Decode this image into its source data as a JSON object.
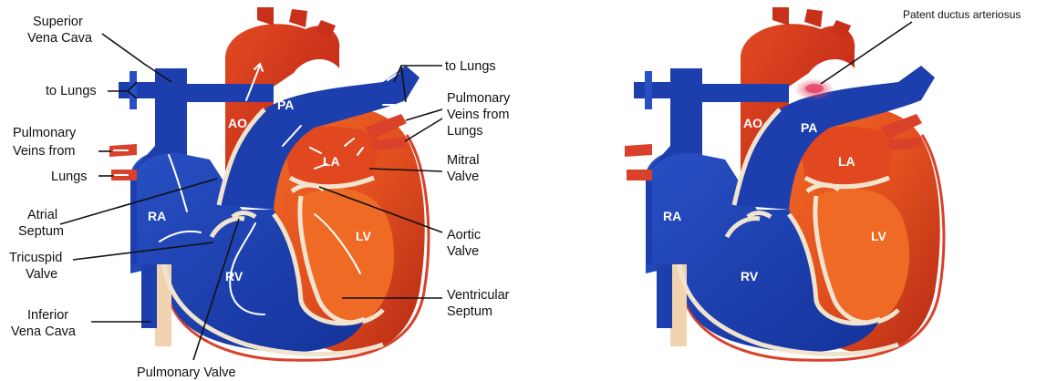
{
  "normal_heart": {
    "chambers": {
      "ra": "RA",
      "rv": "RV",
      "la": "LA",
      "lv": "LV",
      "ao": "AO",
      "pa": "PA"
    },
    "labels": {
      "svc_line1": "Superior",
      "svc_line2": "Vena Cava",
      "to_lungs_left": "to Lungs",
      "pv_left_line1": "Pulmonary",
      "pv_left_line2": "Veins from",
      "pv_left_line3": "Lungs",
      "atrial_line1": "Atrial",
      "atrial_line2": "Septum",
      "tricuspid_line1": "Tricuspid",
      "tricuspid_line2": "Valve",
      "ivc_line1": "Inferior",
      "ivc_line2": "Vena Cava",
      "pulmonary_valve": "Pulmonary Valve",
      "to_lungs_right": "to Lungs",
      "pv_right_line1": "Pulmonary",
      "pv_right_line2": "Veins from",
      "pv_right_line3": "Lungs",
      "mitral_line1": "Mitral",
      "mitral_line2": "Valve",
      "aortic_line1": "Aortic",
      "aortic_line2": "Valve",
      "ventricular_line1": "Ventricular",
      "ventricular_line2": "Septum"
    }
  },
  "pda_heart": {
    "chambers": {
      "ra": "RA",
      "rv": "RV",
      "la": "LA",
      "lv": "LV",
      "ao": "AO",
      "pa": "PA"
    },
    "labels": {
      "pda": "Patent ductus arteriosus"
    }
  },
  "colors": {
    "deoxygenated": "#1d3fae",
    "oxygenated": "#d3371c",
    "wall": "#f1e4cf"
  }
}
